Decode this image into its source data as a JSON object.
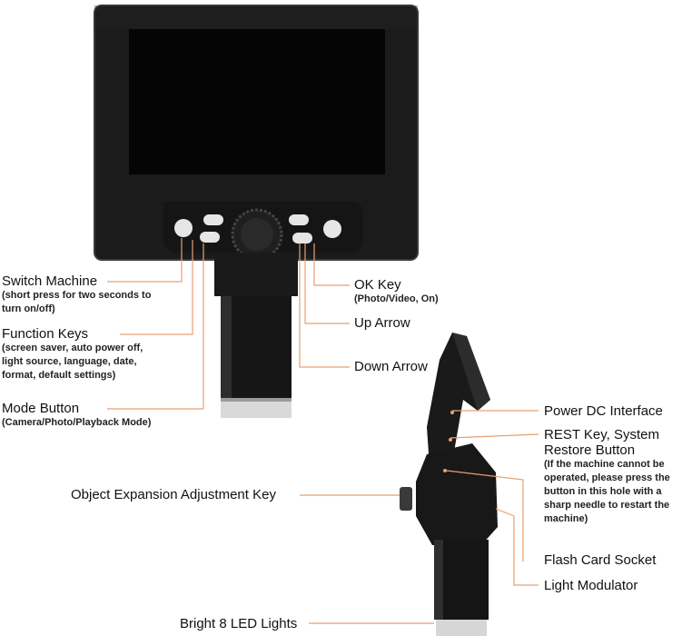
{
  "labels": {
    "switch_machine": {
      "title": "Switch Machine",
      "desc1": "(short press for two seconds to",
      "desc2": "turn on/off)"
    },
    "function_keys": {
      "title": "Function Keys",
      "desc1": "(screen saver, auto power off,",
      "desc2": "light source, language, date,",
      "desc3": "format, default settings)"
    },
    "mode_button": {
      "title": "Mode Button",
      "desc1": "(Camera/Photo/Playback Mode)"
    },
    "ok_key": {
      "title": "OK Key",
      "desc1": "(Photo/Video, On)"
    },
    "up_arrow": {
      "title": "Up Arrow"
    },
    "down_arrow": {
      "title": "Down Arrow"
    },
    "power_dc": {
      "title": "Power DC Interface"
    },
    "rest_key": {
      "title1": "REST Key, System",
      "title2": "Restore Button",
      "desc1": "(If the machine cannot be",
      "desc2": "operated, please press the",
      "desc3": "button in this hole with a",
      "desc4": "sharp needle to restart the",
      "desc5": "machine)"
    },
    "object_expansion": {
      "title": "Object Expansion Adjustment Key"
    },
    "flash_card": {
      "title": "Flash Card Socket"
    },
    "light_modulator": {
      "title": "Light Modulator"
    },
    "led_lights": {
      "title": "Bright 8 LED Lights"
    }
  },
  "colors": {
    "leader_line": "#e8a070",
    "device_body": "#1a1a1a",
    "screen": "#050505"
  }
}
